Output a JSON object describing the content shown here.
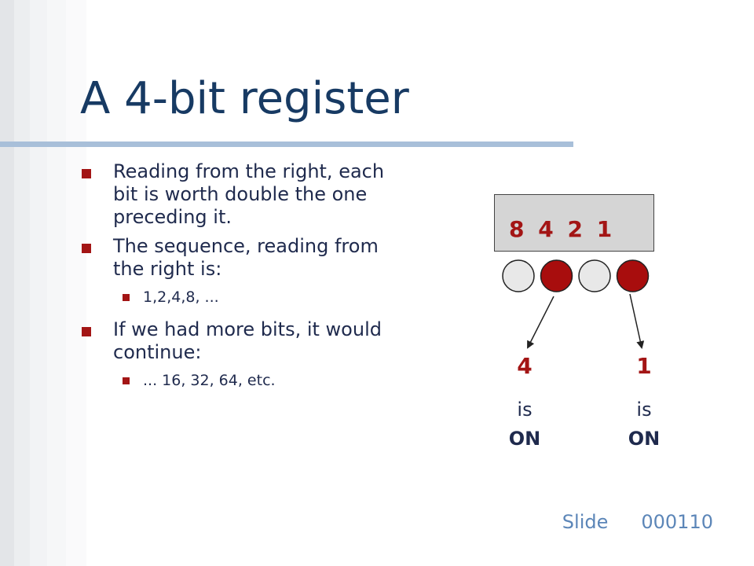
{
  "slide": {
    "title": "A 4-bit register",
    "bullets": [
      "Reading from the right, each bit is worth double the one preceding it.",
      "The sequence, reading from the right is:",
      "If we had more bits, it would continue:"
    ],
    "sub_bullets": [
      "1,2,4,8, ...",
      "... 16, 32, 64, etc."
    ],
    "register": {
      "weights": "8 4 2 1",
      "bits": [
        0,
        1,
        0,
        1
      ]
    },
    "on_labels": [
      {
        "value": "4",
        "is": "is",
        "on": "ON"
      },
      {
        "value": "1",
        "is": "is",
        "on": "ON"
      }
    ],
    "footer": {
      "label": "Slide",
      "number": "000110"
    },
    "colors": {
      "title": "#173a63",
      "accent_red": "#a31515",
      "bit_on": "#a80d0d",
      "bit_off": "#e8e8e8",
      "footer": "#5c86b8",
      "rule": "#a8bfd9"
    }
  }
}
